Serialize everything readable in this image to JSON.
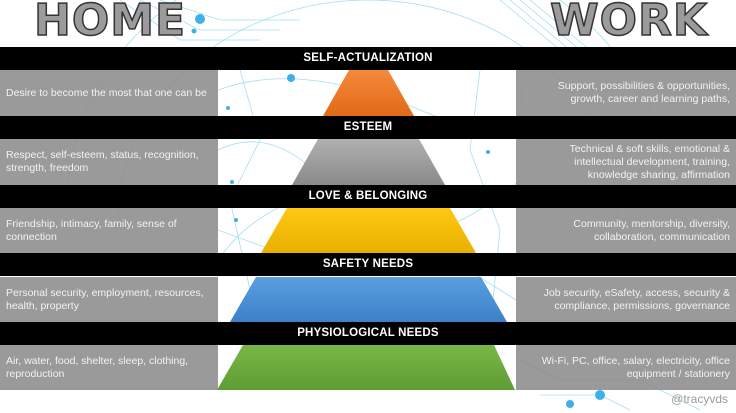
{
  "titles": {
    "home": "HOME",
    "work": "WORK"
  },
  "levels": [
    {
      "name": "SELF-ACTUALIZATION",
      "home": "Desire to become the most that one can be",
      "work": "Support, possibilities & opportunities, growth, career and learning paths,",
      "color": "#f07a2a"
    },
    {
      "name": "ESTEEM",
      "home": "Respect, self-esteem, status, recognition, strength, freedom",
      "work": "Technical & soft skills, emotional & intellectual development, training, knowledge sharing, affirmation",
      "color": "#9e9e9e"
    },
    {
      "name": "LOVE & BELONGING",
      "home": "Friendship, intimacy, family, sense of connection",
      "work": "Community, mentorship, diversity, collaboration, communication",
      "color": "#f5c000"
    },
    {
      "name": "SAFETY NEEDS",
      "home": "Personal security, employment, resources, health, property",
      "work": "Job security, eSafety, access, security & compliance, permissions, governance",
      "color": "#4a8fd6"
    },
    {
      "name": "PHYSIOLOGICAL NEEDS",
      "home": "Air, water, food, shelter, sleep, clothing, reproduction",
      "work": "Wi-Fi, PC, office, salary, electricity, office equipment / stationery",
      "color": "#6aab3e"
    }
  ],
  "credit": "@tracyvds"
}
